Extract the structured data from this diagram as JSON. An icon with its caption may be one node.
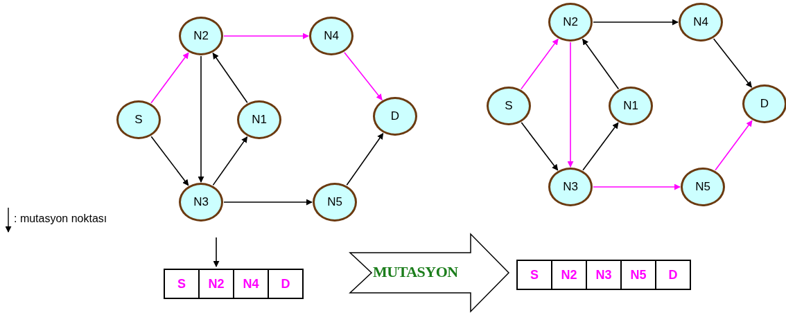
{
  "diagram": {
    "nodes": [
      {
        "text": [
          "S"
        ]
      },
      {
        "text": [
          "N2"
        ]
      },
      {
        "text": [
          "N3"
        ]
      },
      {
        "text": [
          "N1"
        ]
      },
      {
        "text": [
          "N4"
        ]
      },
      {
        "text": [
          "N5"
        ]
      },
      {
        "text": [
          "D"
        ]
      },
      {
        "text": [
          "S"
        ]
      },
      {
        "text": [
          "N2"
        ]
      },
      {
        "text": [
          "N3"
        ]
      },
      {
        "text": [
          "N1"
        ]
      },
      {
        "text": [
          "N4"
        ]
      },
      {
        "text": [
          "N5"
        ]
      },
      {
        "text": [
          "D"
        ]
      },
      {
        "text": [],
        "shape": "bar"
      },
      {
        "text": [
          "S"
        ],
        "in": 14
      },
      {
        "text": [
          "N2"
        ],
        "in": 14
      },
      {
        "text": [
          "N4"
        ],
        "in": 14
      },
      {
        "text": [
          "D"
        ],
        "in": 14
      },
      {
        "text": [],
        "shape": "bar"
      },
      {
        "text": [
          "S"
        ],
        "in": 19
      },
      {
        "text": [
          "N2"
        ],
        "in": 19
      },
      {
        "text": [
          "N3"
        ],
        "in": 19
      },
      {
        "text": [
          "N5"
        ],
        "in": 19
      },
      {
        "text": [
          "D"
        ],
        "in": 19
      }
    ],
    "edges": [
      {
        "from": 0,
        "to": 1,
        "arrow": "to",
        "color": "#ff00ff"
      },
      {
        "from": 0,
        "to": 2,
        "arrow": "to"
      },
      {
        "from": 1,
        "to": 2,
        "arrow": "to"
      },
      {
        "from": 2,
        "to": 3,
        "arrow": "to"
      },
      {
        "from": 3,
        "to": 1,
        "arrow": "to"
      },
      {
        "from": 1,
        "to": 4,
        "arrow": "to",
        "color": "#ff00ff"
      },
      {
        "from": 4,
        "to": 6,
        "arrow": "to",
        "color": "#ff00ff"
      },
      {
        "from": 2,
        "to": 5,
        "arrow": "to"
      },
      {
        "from": 5,
        "to": 6,
        "arrow": "to"
      },
      {
        "from": 7,
        "to": 8,
        "arrow": "to",
        "color": "#ff00ff"
      },
      {
        "from": 7,
        "to": 9,
        "arrow": "to"
      },
      {
        "from": 8,
        "to": 9,
        "arrow": "to",
        "color": "#ff00ff"
      },
      {
        "from": 9,
        "to": 10,
        "arrow": "to"
      },
      {
        "from": 10,
        "to": 8,
        "arrow": "to"
      },
      {
        "from": 8,
        "to": 11,
        "arrow": "to"
      },
      {
        "from": 11,
        "to": 13,
        "arrow": "to"
      },
      {
        "from": 9,
        "to": 12,
        "arrow": "to",
        "color": "#ff00ff"
      },
      {
        "from": 12,
        "to": 13,
        "arrow": "to",
        "color": "#ff00ff"
      },
      {
        "from": null,
        "to": 16,
        "arrow": "to"
      },
      {
        "from": 14,
        "to": 19,
        "arrow": "to",
        "style": "thick",
        "label": "MUTASYON"
      }
    ],
    "legend": [
      {
        "text": ": mutasyon noktası"
      }
    ]
  }
}
